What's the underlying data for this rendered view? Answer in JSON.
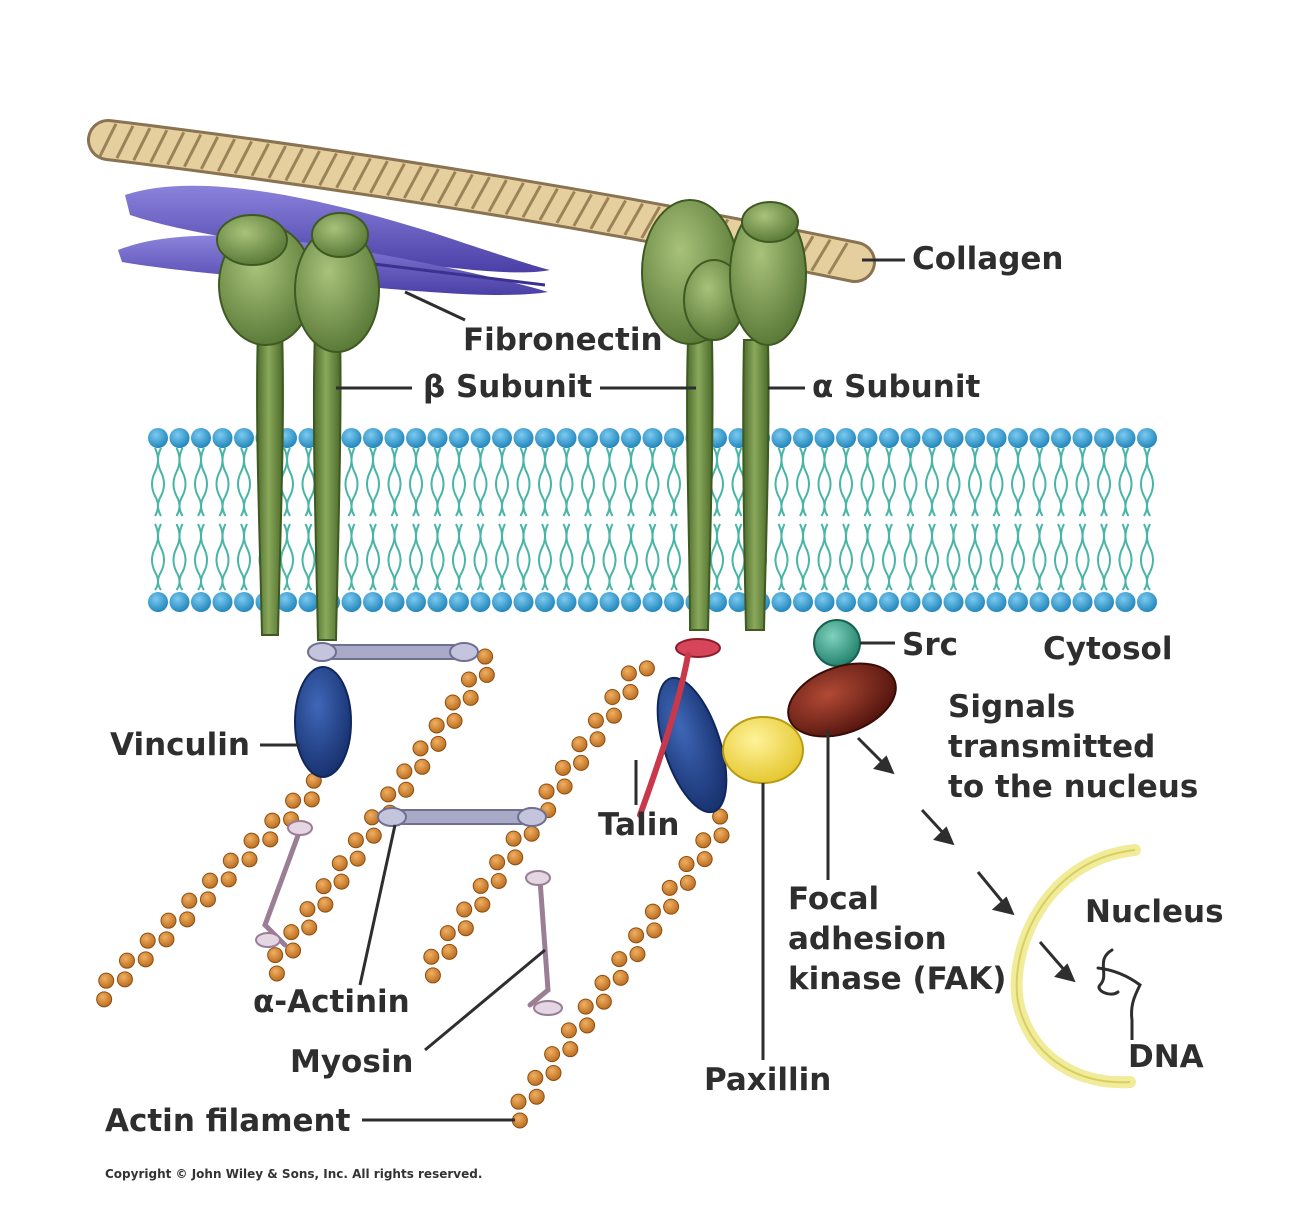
{
  "colors": {
    "collagen": "#e6cf9e",
    "collagen_stripe": "#9b8258",
    "fibronectin": "#6f63c9",
    "integrin": "#6f8f45",
    "membrane_head": "#2f9fd1",
    "membrane_tail": "#49b5a7",
    "vinculin": "#23468f",
    "talin": "#c9384a",
    "src": "#35a38c",
    "fak": "#7a1e16",
    "paxillin": "#f0dc4a",
    "actin": "#d98a2e",
    "nucleus": "#f1ec9a",
    "label_text": "#2e2e2e"
  },
  "labels": {
    "collagen": "Collagen",
    "fibronectin": "Fibronectin",
    "beta_subunit": "β Subunit",
    "alpha_subunit": "α Subunit",
    "src": "Src",
    "cytosol": "Cytosol",
    "vinculin": "Vinculin",
    "talin": "Talin",
    "signals_line1": "Signals",
    "signals_line2": "transmitted",
    "signals_line3": "to the nucleus",
    "fak_line1": "Focal",
    "fak_line2": "adhesion",
    "fak_line3": "kinase (FAK)",
    "nucleus": "Nucleus",
    "dna": "DNA",
    "alpha_actinin": "α-Actinin",
    "myosin": "Myosin",
    "paxillin": "Paxillin",
    "actin_filament": "Actin filament"
  },
  "copyright": "Copyright © John Wiley & Sons, Inc. All rights reserved."
}
